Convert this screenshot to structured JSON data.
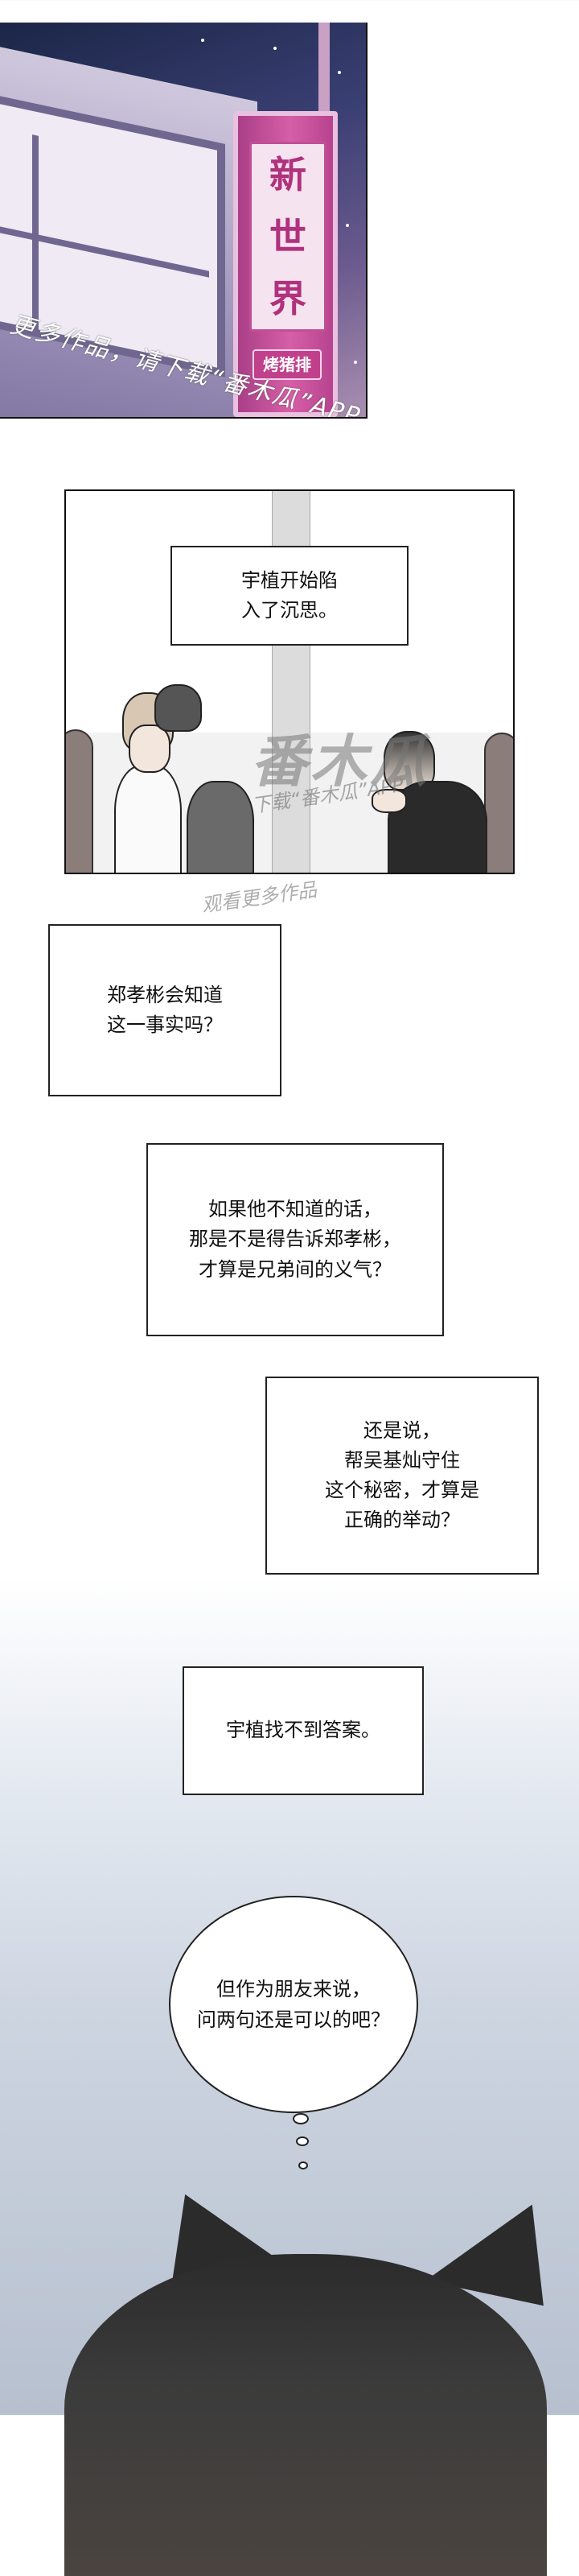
{
  "panel1": {
    "sign_chars": [
      "新",
      "世",
      "界"
    ],
    "sign_sub": "烤猪排",
    "watermark": "更多作品，请下载“番木瓜”APP。"
  },
  "panel2": {
    "caption": "宇植开始陷\n入了沉思。",
    "watermark_brand": "番木瓜",
    "watermark_line1": "下载“番木瓜”APP",
    "watermark_line2": "观看更多作品"
  },
  "captions": {
    "c1": "郑孝彬会知道\n这一事实吗？",
    "c2": "如果他不知道的话，\n那是不是得告诉郑孝彬，\n才算是兄弟间的义气？",
    "c3": "还是说，\n帮吴基灿守住\n这个秘密，才算是\n正确的举动？",
    "c4": "宇植找不到答案。"
  },
  "bubble": {
    "text": "但作为朋友来说，\n问两句还是可以的吧？"
  }
}
